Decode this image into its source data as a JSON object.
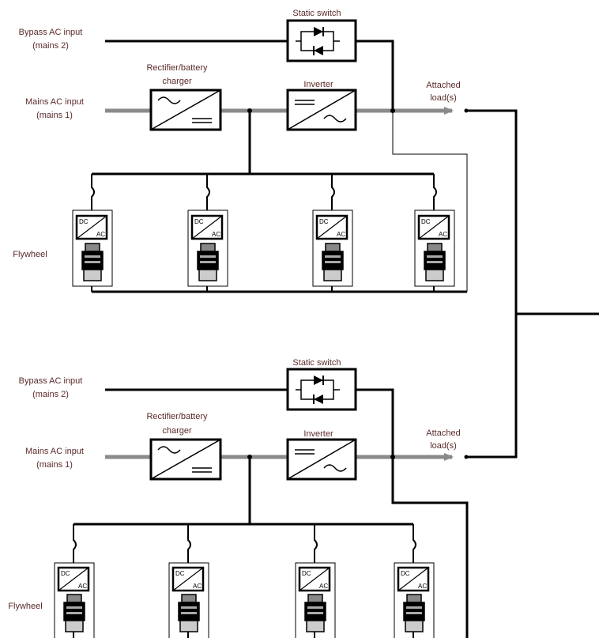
{
  "labels": {
    "bypass_line1": "Bypass AC input",
    "bypass_line2": "(mains 2)",
    "mains_line1": "Mains AC input",
    "mains_line2": "(mains 1)",
    "rectifier_line1": "Rectifier/battery",
    "rectifier_line2": "charger",
    "inverter": "Inverter",
    "static_switch": "Static switch",
    "load_line1": "Attached",
    "load_line2": "load(s)",
    "flywheel": "Flywheel",
    "dc": "DC",
    "ac": "AC"
  },
  "colors": {
    "label_text": "#5b2a2a",
    "main_bus": "#8a8a8a",
    "wire": "#000000"
  }
}
